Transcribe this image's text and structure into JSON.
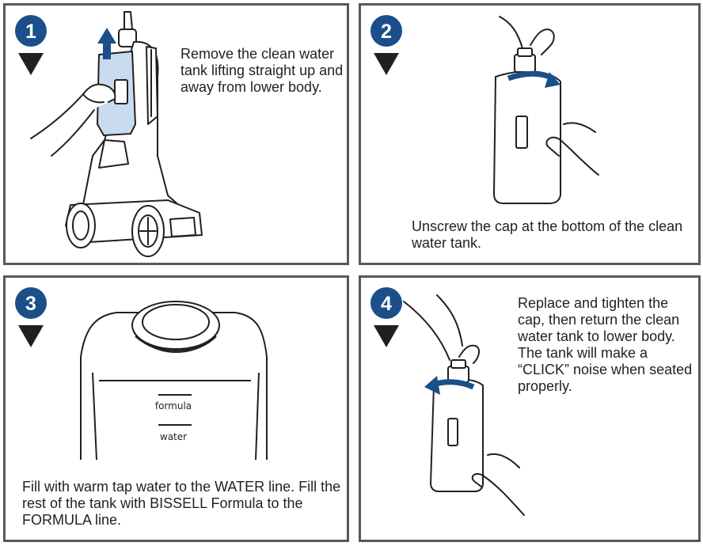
{
  "steps": [
    {
      "number": "1",
      "text": "Remove the clean water tank lifting straight up and away from lower body."
    },
    {
      "number": "2",
      "text": "Unscrew the cap at the bottom of the clean water tank."
    },
    {
      "number": "3",
      "text": "Fill with warm tap water to the WATER line. Fill the rest of the tank with BISSELL Formula to the FORMULA line."
    },
    {
      "number": "4",
      "text": "Replace and tighten the cap, then return the clean water tank to lower body. The tank will make a “CLICK” noise when seated properly."
    }
  ],
  "tank_labels": {
    "formula": "formula",
    "water": "water"
  },
  "colors": {
    "badge_fill": "#1b4f8a",
    "arrow_fill": "#231f20",
    "border": "#58595b",
    "tank_tint": "#c9dcef",
    "direction_arrow": "#1b4f8a"
  }
}
